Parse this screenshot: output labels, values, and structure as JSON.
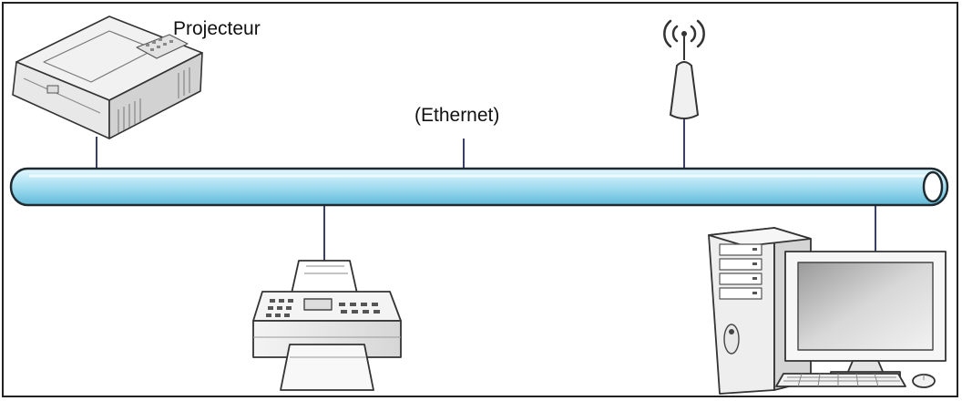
{
  "diagram": {
    "projector_label": "Projecteur",
    "network_label": "(Ethernet)",
    "devices": [
      {
        "name": "projector",
        "icon": "projector-icon"
      },
      {
        "name": "wireless-access-point",
        "icon": "wireless-antenna-icon"
      },
      {
        "name": "printer",
        "icon": "printer-icon"
      },
      {
        "name": "desktop-computer",
        "icon": "desktop-computer-icon"
      }
    ],
    "colors": {
      "frame": "#222222",
      "cable_light": "#e6f7fd",
      "cable_mid": "#a6def0",
      "cable_dark": "#5fb8d6",
      "cable_outline": "#1e2a30",
      "connector": "#3a3f6a"
    }
  }
}
